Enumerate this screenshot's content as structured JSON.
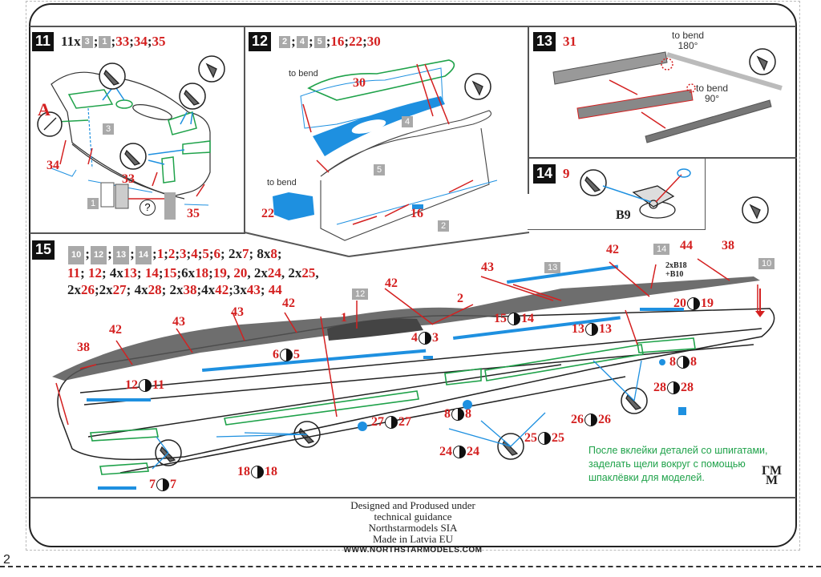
{
  "page_number": "2",
  "steps": {
    "s11": {
      "number": "11",
      "header": [
        {
          "t": "text",
          "v": "11x"
        },
        {
          "t": "ref",
          "v": "3"
        },
        {
          "t": "text",
          "v": ";"
        },
        {
          "t": "ref",
          "v": "1"
        },
        {
          "t": "text",
          "v": ";"
        },
        {
          "t": "part",
          "v": "33"
        },
        {
          "t": "text",
          "v": ";"
        },
        {
          "t": "part",
          "v": "34"
        },
        {
          "t": "text",
          "v": ";"
        },
        {
          "t": "part",
          "v": "35"
        }
      ],
      "labels": {
        "a": "A",
        "p34": "34",
        "p33": "33",
        "p35": "35",
        "ref3": "3",
        "ref1": "1",
        "question": "?"
      }
    },
    "s12": {
      "number": "12",
      "header": [
        {
          "t": "ref",
          "v": "2"
        },
        {
          "t": "text",
          "v": ";"
        },
        {
          "t": "ref",
          "v": "4"
        },
        {
          "t": "text",
          "v": ";"
        },
        {
          "t": "ref",
          "v": "5"
        },
        {
          "t": "text",
          "v": ";"
        },
        {
          "t": "part",
          "v": "16"
        },
        {
          "t": "text",
          "v": ";"
        },
        {
          "t": "part",
          "v": "22"
        },
        {
          "t": "text",
          "v": ";"
        },
        {
          "t": "part",
          "v": "30"
        }
      ],
      "labels": {
        "to_bend_1": "to bend",
        "to_bend_2": "to bend",
        "p30": "30",
        "p22": "22",
        "p16": "16",
        "ref4": "4",
        "ref5": "5",
        "ref2": "2"
      }
    },
    "s13": {
      "number": "13",
      "part": "31",
      "labels": {
        "bend180": "to bend\n180°",
        "bend90": "to bend\n90°"
      }
    },
    "s14": {
      "number": "14",
      "part": "9",
      "labels": {
        "b9": "B9"
      }
    },
    "s15": {
      "number": "15",
      "parts_lines": [
        [
          {
            "t": "ref",
            "v": "10"
          },
          {
            "t": "text",
            "v": ";"
          },
          {
            "t": "ref",
            "v": "12"
          },
          {
            "t": "text",
            "v": ";"
          },
          {
            "t": "ref",
            "v": "13"
          },
          {
            "t": "text",
            "v": ";"
          },
          {
            "t": "ref",
            "v": "14"
          },
          {
            "t": "text",
            "v": ";"
          },
          {
            "t": "part",
            "v": "1"
          },
          {
            "t": "text",
            "v": ";"
          },
          {
            "t": "part",
            "v": "2"
          },
          {
            "t": "text",
            "v": ";"
          },
          {
            "t": "part",
            "v": "3"
          },
          {
            "t": "text",
            "v": ";"
          },
          {
            "t": "part",
            "v": "4"
          },
          {
            "t": "text",
            "v": ";"
          },
          {
            "t": "part",
            "v": "5"
          },
          {
            "t": "text",
            "v": ";"
          },
          {
            "t": "part",
            "v": "6"
          },
          {
            "t": "text",
            "v": "; 2x"
          },
          {
            "t": "part",
            "v": "7"
          },
          {
            "t": "text",
            "v": "; 8x"
          },
          {
            "t": "part",
            "v": "8"
          },
          {
            "t": "text",
            "v": ";"
          }
        ],
        [
          {
            "t": "part",
            "v": "11"
          },
          {
            "t": "text",
            "v": "; "
          },
          {
            "t": "part",
            "v": "12"
          },
          {
            "t": "text",
            "v": "; 4x"
          },
          {
            "t": "part",
            "v": "13"
          },
          {
            "t": "text",
            "v": "; "
          },
          {
            "t": "part",
            "v": "14"
          },
          {
            "t": "text",
            "v": ";"
          },
          {
            "t": "part",
            "v": "15"
          },
          {
            "t": "text",
            "v": ";6x"
          },
          {
            "t": "part",
            "v": "18"
          },
          {
            "t": "text",
            "v": ";"
          },
          {
            "t": "part",
            "v": "19"
          },
          {
            "t": "text",
            "v": ", "
          },
          {
            "t": "part",
            "v": "20"
          },
          {
            "t": "text",
            "v": ", 2x"
          },
          {
            "t": "part",
            "v": "24"
          },
          {
            "t": "text",
            "v": ", 2x"
          },
          {
            "t": "part",
            "v": "25"
          },
          {
            "t": "text",
            "v": ","
          }
        ],
        [
          {
            "t": "text",
            "v": "2x"
          },
          {
            "t": "part",
            "v": "26"
          },
          {
            "t": "text",
            "v": ";2x"
          },
          {
            "t": "part",
            "v": "27"
          },
          {
            "t": "text",
            "v": "; 4x"
          },
          {
            "t": "part",
            "v": "28"
          },
          {
            "t": "text",
            "v": "; 2x"
          },
          {
            "t": "part",
            "v": "38"
          },
          {
            "t": "text",
            "v": ";4x"
          },
          {
            "t": "part",
            "v": "42"
          },
          {
            "t": "text",
            "v": ";3x"
          },
          {
            "t": "part",
            "v": "43"
          },
          {
            "t": "text",
            "v": "; "
          },
          {
            "t": "part",
            "v": "44"
          }
        ]
      ],
      "callouts": {
        "c38a": "38",
        "c42a": "42",
        "c43a": "43",
        "c43b": "43",
        "c42b": "42",
        "c1": "1",
        "c2": "2",
        "c43c": "43",
        "c42c": "42",
        "c44": "44",
        "c38b": "38",
        "ref12": "12",
        "ref13": "13",
        "ref14": "14",
        "ref10": "10",
        "b18": "2xB18\n+B10",
        "pair_6_5": [
          "6",
          "5"
        ],
        "pair_12_11": [
          "12",
          "11"
        ],
        "pair_4_3": [
          "4",
          "3"
        ],
        "pair_15_14": [
          "15",
          "14"
        ],
        "pair_13_13": [
          "13",
          "13"
        ],
        "pair_20_19": [
          "20",
          "19"
        ],
        "pair_8_8a": [
          "8",
          "8"
        ],
        "pair_8_8b": [
          "8",
          "8"
        ],
        "pair_28_28": [
          "28",
          "28"
        ],
        "pair_27_27": [
          "27",
          "27"
        ],
        "pair_26_26": [
          "26",
          "26"
        ],
        "pair_25_25": [
          "25",
          "25"
        ],
        "pair_24_24": [
          "24",
          "24"
        ],
        "pair_18_18": [
          "18",
          "18"
        ],
        "pair_7_7": [
          "7",
          "7"
        ]
      },
      "note": "После вклейки деталей со шпигатами, заделать щели вокруг с помощью шпаклёвки для моделей."
    }
  },
  "logo": {
    "line1": "ГМ",
    "line2": "М"
  },
  "footer": {
    "lines": [
      "Designed and Prodused under",
      "technical guidance",
      "Northstarmodels SIA",
      "Made in Latvia EU"
    ],
    "url": "WWW.NORTHSTARMODELS.COM"
  },
  "colors": {
    "part_red": "#d42020",
    "blue_pe": "#1e90e0",
    "green_outline": "#1fa24a",
    "ref_gray": "#a9a9a9"
  }
}
